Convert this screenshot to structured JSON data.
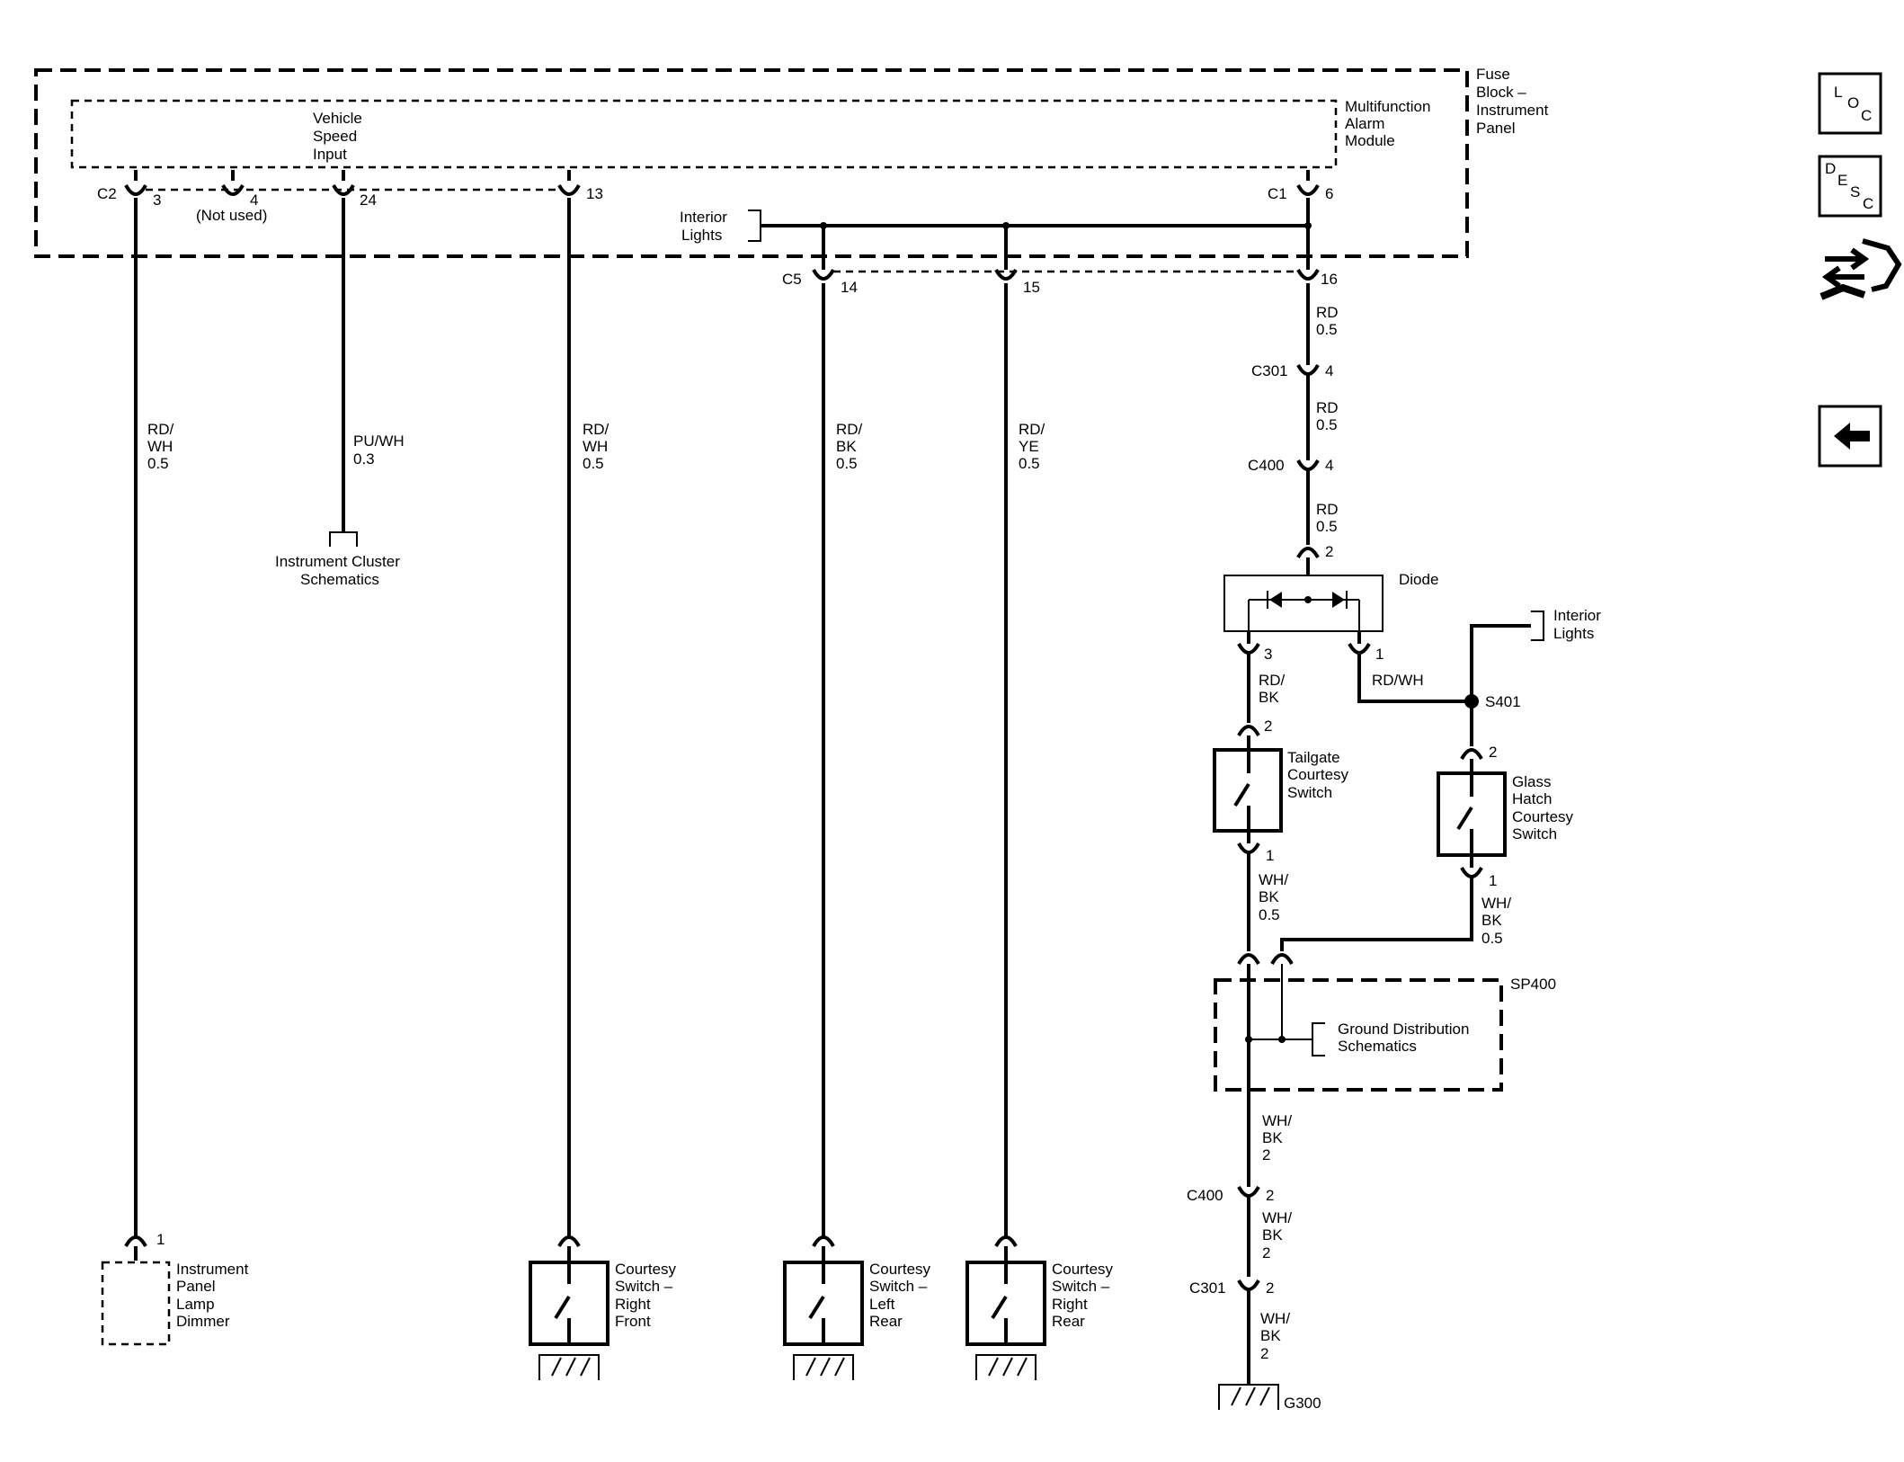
{
  "fuse_block": [
    "Fuse",
    "Block –",
    "Instrument",
    "Panel"
  ],
  "mam": [
    "Multifunction",
    "Alarm",
    "Module"
  ],
  "vehicle_speed": [
    "Vehicle",
    "Speed",
    "Input"
  ],
  "conn": {
    "c2": "C2",
    "c1": "C1",
    "c5": "C5",
    "c301": "C301",
    "c400": "C400",
    "c301b": "C301",
    "c400b": "C400"
  },
  "pins": {
    "p3": "3",
    "p4": "4",
    "p24": "24",
    "p13": "13",
    "p6": "6",
    "p14": "14",
    "p15": "15",
    "p16": "16",
    "p_c301": "4",
    "p_c400": "4",
    "p_diode_in": "2",
    "p_diode_l": "3",
    "p_diode_r": "1",
    "p_tail_top": "2",
    "p_tail_bot": "1",
    "p_glass_top": "2",
    "p_glass_bot": "1",
    "p_c400b": "2",
    "p_c301b": "2",
    "p_ipld": "1"
  },
  "not_used": "(Not used)",
  "interior_lights_top": [
    "Interior",
    "Lights"
  ],
  "interior_lights_right": [
    "Interior",
    "Lights"
  ],
  "wires": {
    "w1": [
      "RD/",
      "WH",
      "0.5"
    ],
    "w2": [
      "PU/WH",
      "0.3"
    ],
    "w3": [
      "RD/",
      "WH",
      "0.5"
    ],
    "w4": [
      "RD/",
      "BK",
      "0.5"
    ],
    "w5": [
      "RD/",
      "YE",
      "0.5"
    ],
    "w6": [
      "RD",
      "0.5"
    ],
    "w7": [
      "RD",
      "0.5"
    ],
    "w8": [
      "RD",
      "0.5"
    ],
    "w9": [
      "RD/",
      "BK"
    ],
    "w10": "RD/WH",
    "w11": [
      "WH/",
      "BK",
      "0.5"
    ],
    "w12": [
      "WH/",
      "BK",
      "0.5"
    ],
    "w13": [
      "WH/",
      "BK",
      "2"
    ],
    "w14": [
      "WH/",
      "BK",
      "2"
    ],
    "w15": [
      "WH/",
      "BK",
      "2"
    ]
  },
  "instrument_cluster": [
    "Instrument Cluster",
    "Schematics"
  ],
  "diode": "Diode",
  "s401": "S401",
  "sp400": "SP400",
  "ground_dist": [
    "Ground Distribution",
    "Schematics"
  ],
  "tailgate": [
    "Tailgate",
    "Courtesy",
    "Switch"
  ],
  "glass_hatch": [
    "Glass",
    "Hatch",
    "Courtesy",
    "Switch"
  ],
  "ipld": [
    "Instrument",
    "Panel",
    "Lamp",
    "Dimmer"
  ],
  "csrf": [
    "Courtesy",
    "Switch –",
    "Right",
    "Front"
  ],
  "cslr": [
    "Courtesy",
    "Switch –",
    "Left",
    "Rear"
  ],
  "csrr": [
    "Courtesy",
    "Switch –",
    "Right",
    "Rear"
  ],
  "g300": "G300",
  "nav": {
    "loc": [
      "L",
      "O",
      "C"
    ],
    "desc": [
      "D",
      "E",
      "S",
      "C"
    ]
  }
}
